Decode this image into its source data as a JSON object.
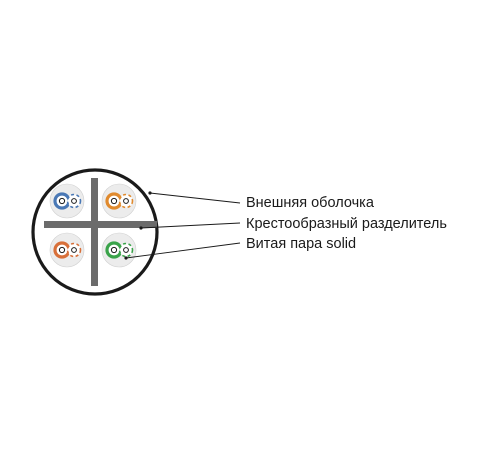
{
  "diagram": {
    "callouts": [
      {
        "id": "outer-jacket",
        "label": "Внешняя оболочка"
      },
      {
        "id": "cross-separator",
        "label": "Крестообразный разделитель"
      },
      {
        "id": "twisted-pair",
        "label": "Витая пара solid"
      }
    ],
    "pairs": [
      {
        "position": "top-left",
        "color": "#4a78b5"
      },
      {
        "position": "top-right",
        "color": "#e08a2e"
      },
      {
        "position": "bottom-left",
        "color": "#d8703a"
      },
      {
        "position": "bottom-right",
        "color": "#3aa34a"
      }
    ],
    "colors": {
      "jacket": "#1a1a1a",
      "separator": "#6b6b6b",
      "pair_background": "#ececec",
      "leader_line": "#1a1a1a"
    }
  }
}
